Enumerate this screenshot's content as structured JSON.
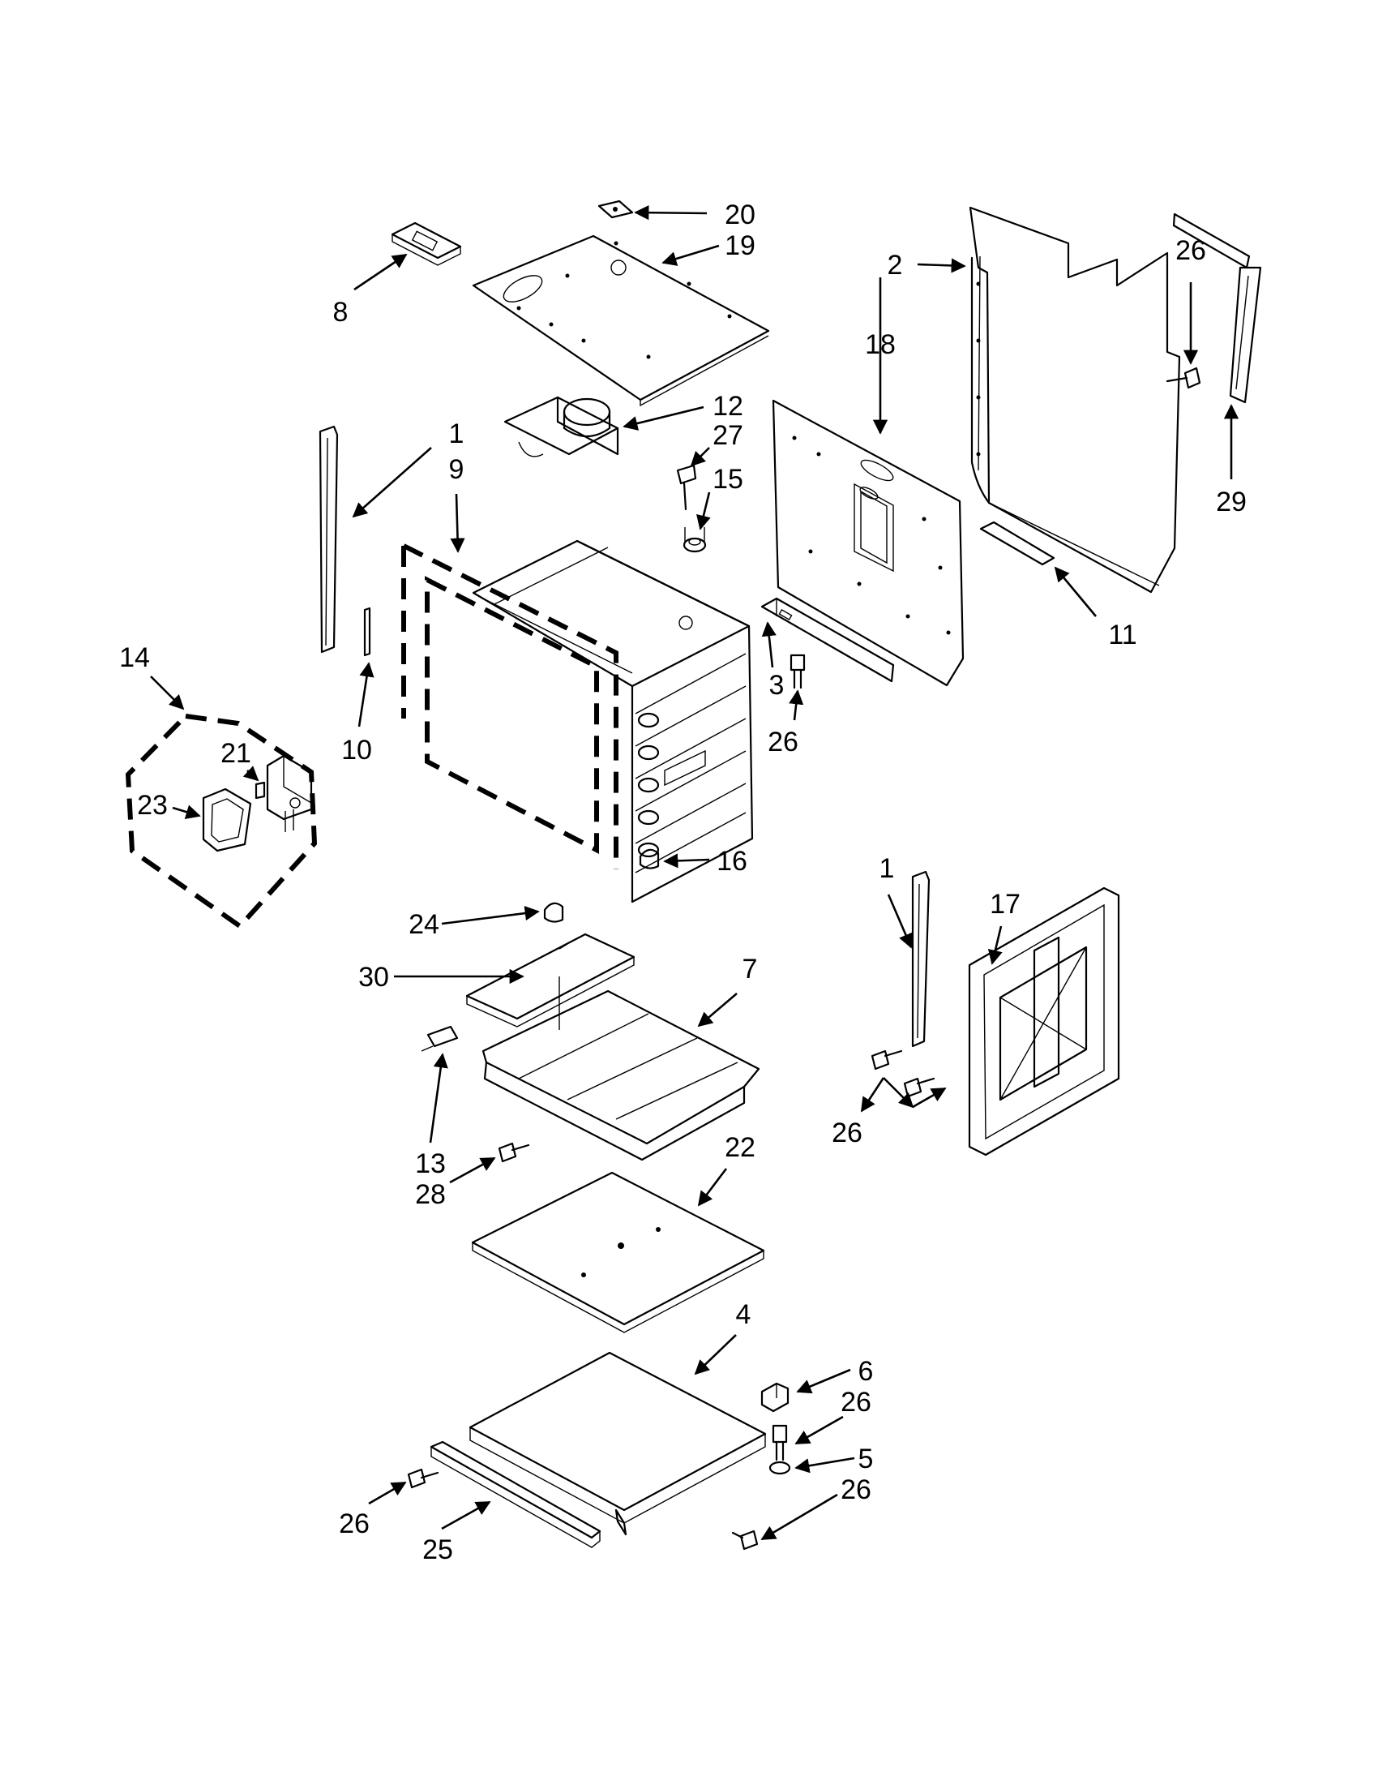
{
  "callouts": [
    {
      "id": "c1a",
      "text": "1"
    },
    {
      "id": "c1b",
      "text": "1"
    },
    {
      "id": "c2",
      "text": "2"
    },
    {
      "id": "c3",
      "text": "3"
    },
    {
      "id": "c4",
      "text": "4"
    },
    {
      "id": "c5",
      "text": "5"
    },
    {
      "id": "c6",
      "text": "6"
    },
    {
      "id": "c7",
      "text": "7"
    },
    {
      "id": "c8",
      "text": "8"
    },
    {
      "id": "c9",
      "text": "9"
    },
    {
      "id": "c10",
      "text": "10"
    },
    {
      "id": "c11",
      "text": "11"
    },
    {
      "id": "c12",
      "text": "12"
    },
    {
      "id": "c13",
      "text": "13"
    },
    {
      "id": "c14",
      "text": "14"
    },
    {
      "id": "c15",
      "text": "15"
    },
    {
      "id": "c16",
      "text": "16"
    },
    {
      "id": "c17",
      "text": "17"
    },
    {
      "id": "c18",
      "text": "18"
    },
    {
      "id": "c19",
      "text": "19"
    },
    {
      "id": "c20",
      "text": "20"
    },
    {
      "id": "c21",
      "text": "21"
    },
    {
      "id": "c22",
      "text": "22"
    },
    {
      "id": "c23",
      "text": "23"
    },
    {
      "id": "c24",
      "text": "24"
    },
    {
      "id": "c25",
      "text": "25"
    },
    {
      "id": "c26a",
      "text": "26"
    },
    {
      "id": "c26b",
      "text": "26"
    },
    {
      "id": "c26c",
      "text": "26"
    },
    {
      "id": "c26d",
      "text": "26"
    },
    {
      "id": "c26e",
      "text": "26"
    },
    {
      "id": "c26f",
      "text": "26"
    },
    {
      "id": "c27",
      "text": "27"
    },
    {
      "id": "c28",
      "text": "28"
    },
    {
      "id": "c29",
      "text": "29"
    },
    {
      "id": "c30",
      "text": "30"
    }
  ]
}
